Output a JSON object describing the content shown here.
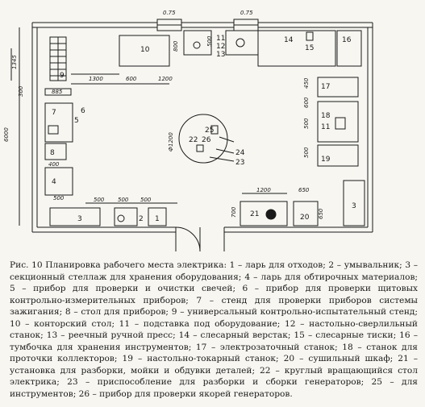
{
  "plan": {
    "dimensions": {
      "door_top_1": "0.75",
      "door_top_2": "0.75",
      "left_total": "6000",
      "left_upper": "1345",
      "left_mid": "300",
      "bench_885": "885",
      "d1300": "1300",
      "d600": "600",
      "d1200_top": "1200",
      "d800": "800",
      "d500_small": "500",
      "d400": "400",
      "d500_left": "500",
      "d600_right": "600",
      "d500_r1": "500",
      "d450": "450",
      "d500_r2": "500",
      "d1200_center": "Ф1200",
      "d500_b1": "500",
      "d500_b2": "500",
      "d500_b3": "500",
      "d1200_bottom": "1200",
      "d650": "650",
      "d700": "700",
      "d650_b": "650"
    },
    "labels": {
      "n1": "1",
      "n2": "2",
      "n3a": "3",
      "n3b": "3",
      "n4": "4",
      "n5": "5",
      "n6": "6",
      "n7": "7",
      "n8": "8",
      "n9": "9",
      "n10": "10",
      "n11a": "11",
      "n11b": "11",
      "n12": "12",
      "n13": "13",
      "n14": "14",
      "n15": "15",
      "n16": "16",
      "n17": "17",
      "n18": "18",
      "n19": "19",
      "n20": "20",
      "n21": "21",
      "n22": "22",
      "n23": "23",
      "n24": "24",
      "n25": "25",
      "n26": "26"
    }
  },
  "caption": {
    "prefix": "Рис.  10 ",
    "title": "Планировка рабочего места электрика:",
    "body": "1 – ларь для отходов; 2 – умывальник; 3 – секционный стеллаж для хранения оборудования; 4 – ларь для обтирочных материалов; 5 – прибор для проверки и очистки свечей; 6 – прибор для проверки щитовых контрольно-измерительных приборов; 7 – стенд для проверки приборов системы зажигания; 8 – стол для приборов; 9 – универсальный контрольно-испытательный стенд; 10 – конторский стол; 11 – подставка под оборудование; 12 – настольно-сверлильный станок; 13 – реечный ручной пресс; 14 – слесарный верстак; 15 – слесарные тиски; 16 – тумбочка для хранения инструментов; 17 – электрозаточный станок; 18 – станок для проточки коллекторов; 19 – настольно-токарный станок; 20 – сушильный шкаф; 21 – установка для разборки, мойки и обдувки деталей; 22 – круглый вращающийся стол электрика; 23 – приспособление для разборки и сборки генераторов; 25 – для инструментов; 26 – прибор для проверки якорей генераторов."
  }
}
